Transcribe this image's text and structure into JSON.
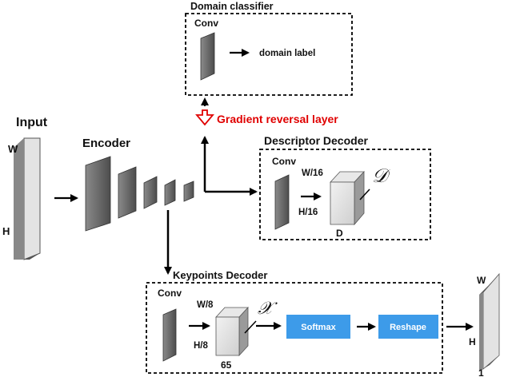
{
  "input": {
    "title": "Input",
    "w": "W",
    "h": "H"
  },
  "encoder": {
    "title": "Encoder"
  },
  "domain_classifier": {
    "title": "Domain classifier",
    "conv": "Conv",
    "output": "domain label"
  },
  "grl": {
    "label": "Gradient reversal layer",
    "color": "#e00000"
  },
  "descriptor_decoder": {
    "title": "Descriptor Decoder",
    "conv": "Conv",
    "w16": "W/16",
    "h16": "H/16",
    "depth": "D",
    "symbol": "𝒟"
  },
  "keypoints_decoder": {
    "title": "Keypoints Decoder",
    "conv": "Conv",
    "w8": "W/8",
    "h8": "H/8",
    "depth": "65",
    "symbol": "𝒳",
    "softmax": "Softmax",
    "reshape": "Reshape",
    "block_color": "#3d9be9"
  },
  "output": {
    "w": "W",
    "h": "H",
    "depth": "1"
  }
}
